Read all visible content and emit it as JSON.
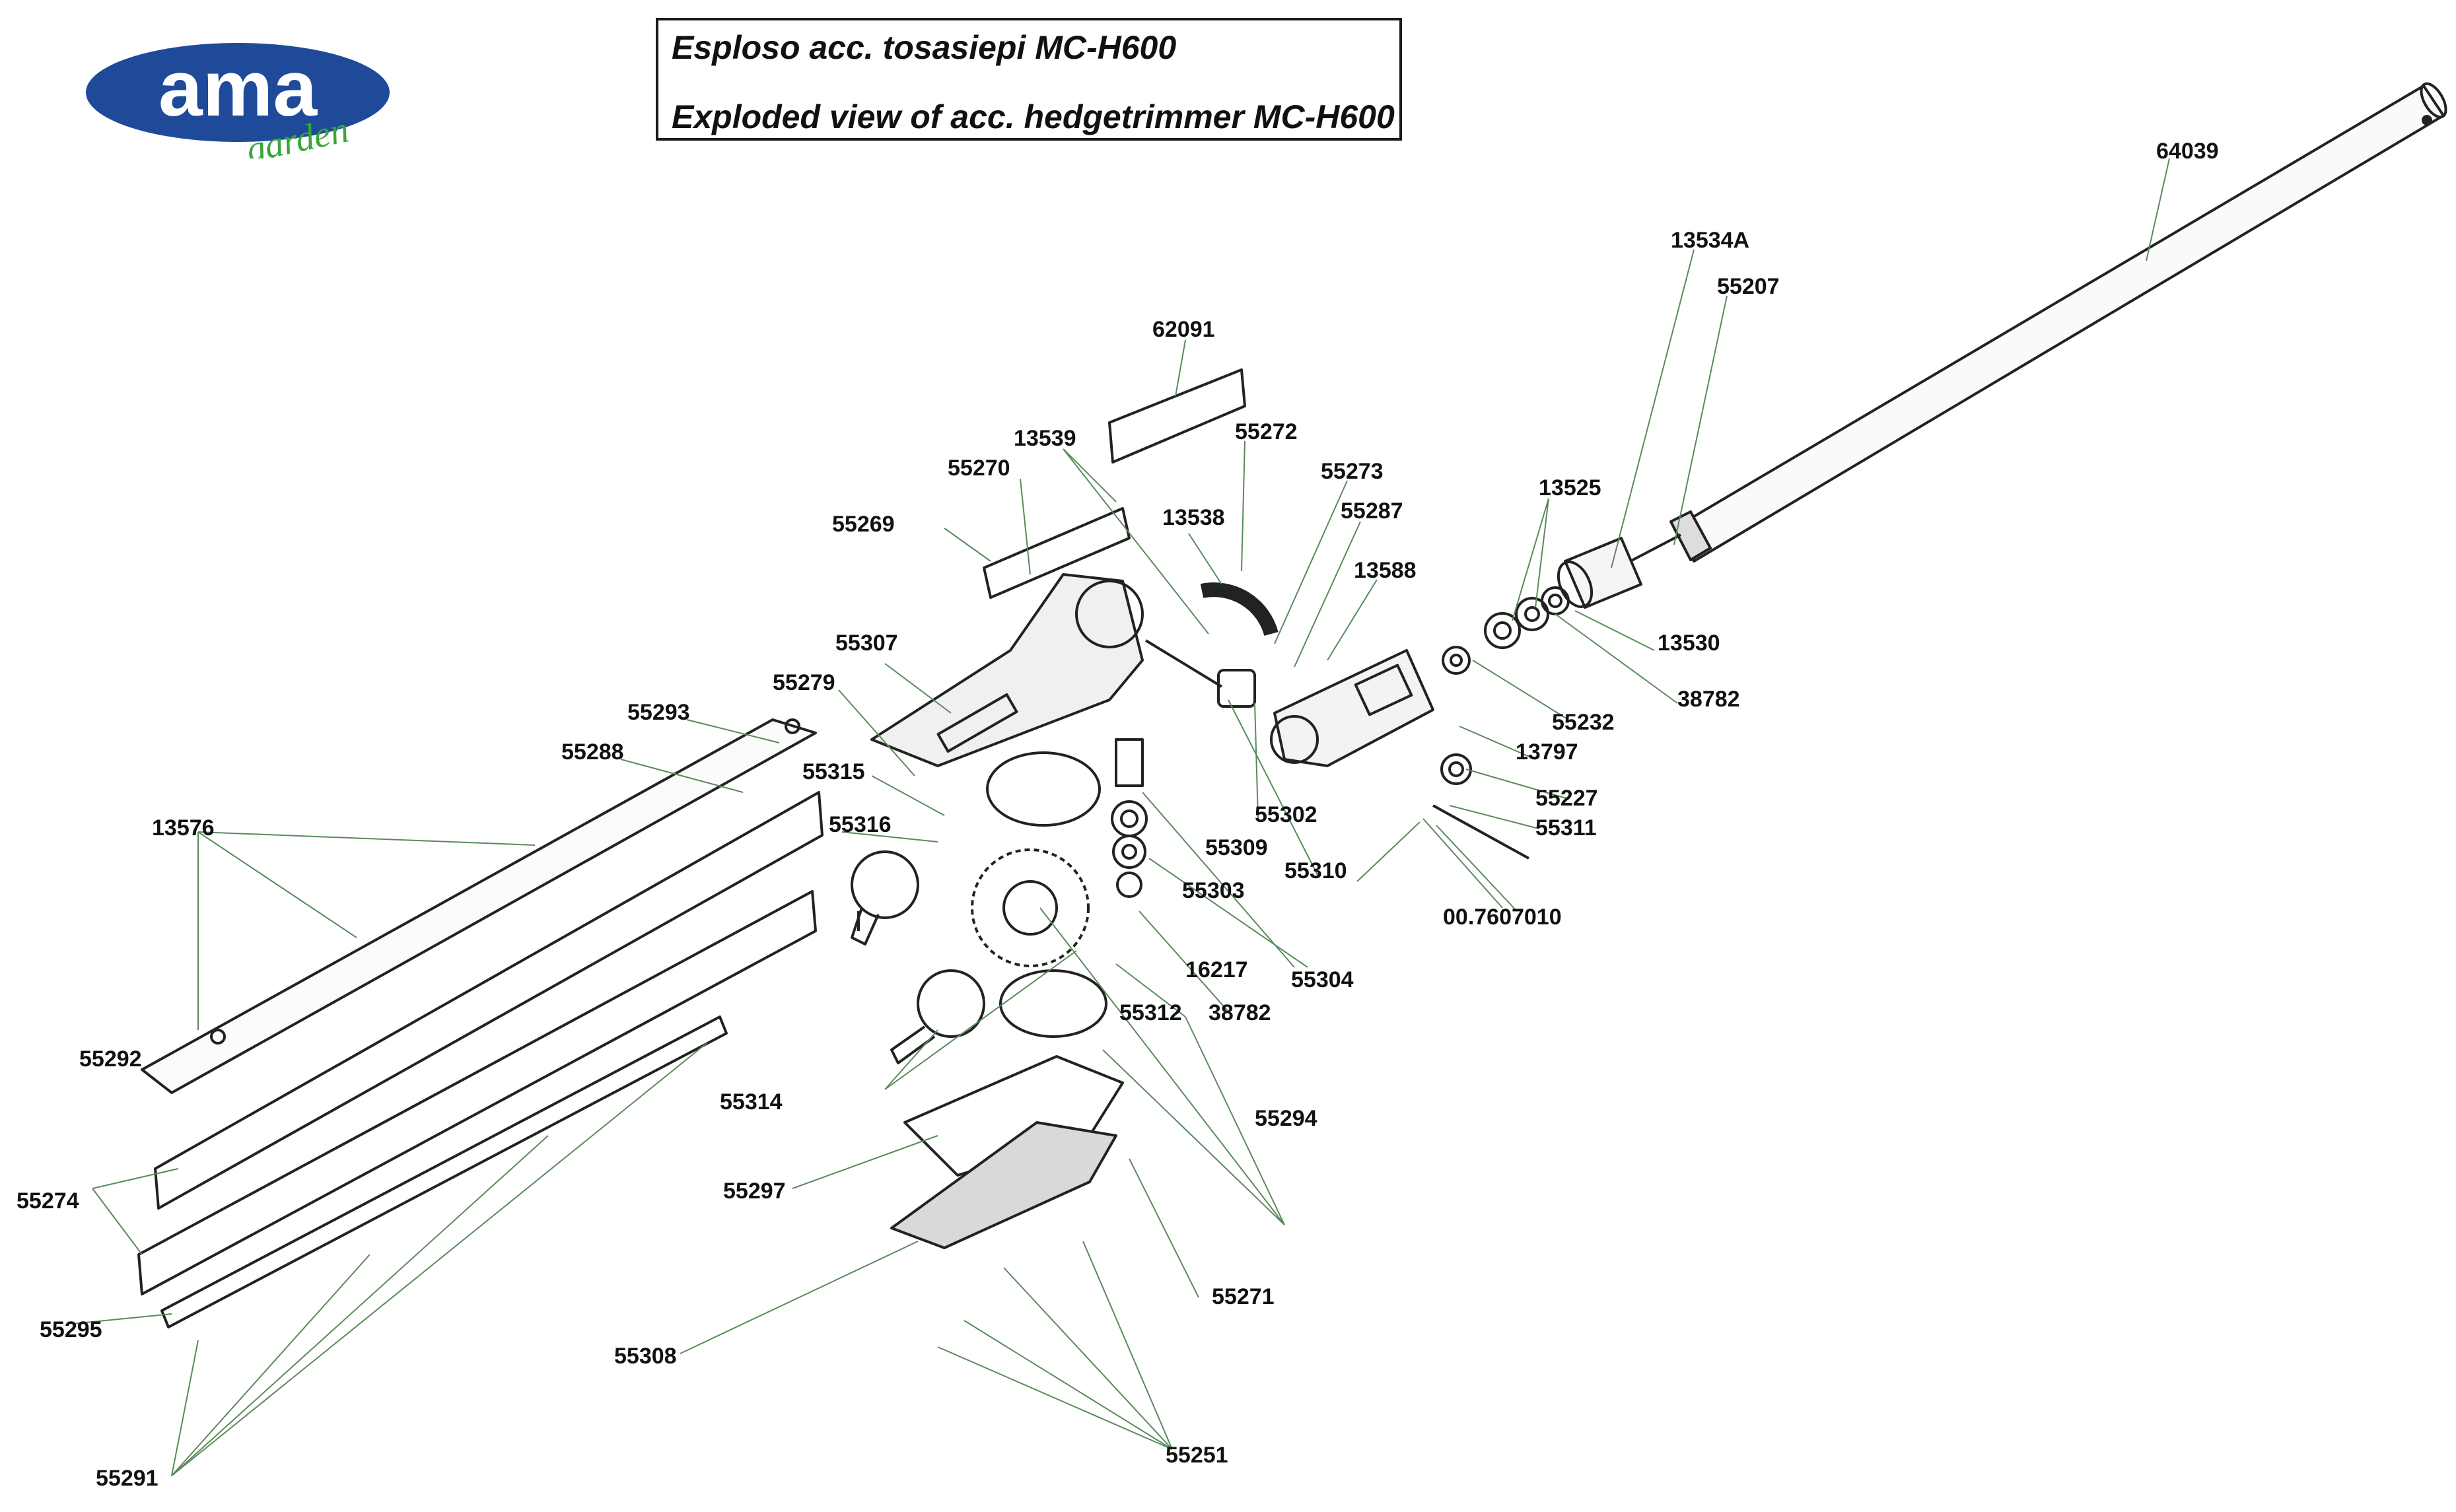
{
  "title": {
    "italian": "Esploso acc. tosasiepi MC-H600",
    "english": "Exploded view of acc. hedgetrimmer MC-H600"
  },
  "logo": {
    "brand": "ama",
    "sub": "garden",
    "colors": {
      "oval": "#1f4a9a",
      "text": "#ffffff",
      "sub": "#3aa53a"
    }
  },
  "colors": {
    "leader": "#5a8a5a",
    "line": "#222222"
  },
  "parts": [
    "64039",
    "13534A",
    "55207",
    "62091",
    "55272",
    "13539",
    "55270",
    "55273",
    "13525",
    "55287",
    "55269",
    "13538",
    "13588",
    "13530",
    "55307",
    "38782",
    "55293",
    "55279",
    "55232",
    "13797",
    "55288",
    "55315",
    "55227",
    "55302",
    "55311",
    "13576",
    "55316",
    "55309",
    "55310",
    "55303",
    "00.7607010",
    "16217",
    "55304",
    "55312",
    "38782",
    "55292",
    "55314",
    "55294",
    "55297",
    "55274",
    "55271",
    "55295",
    "55308",
    "55251",
    "55291"
  ]
}
